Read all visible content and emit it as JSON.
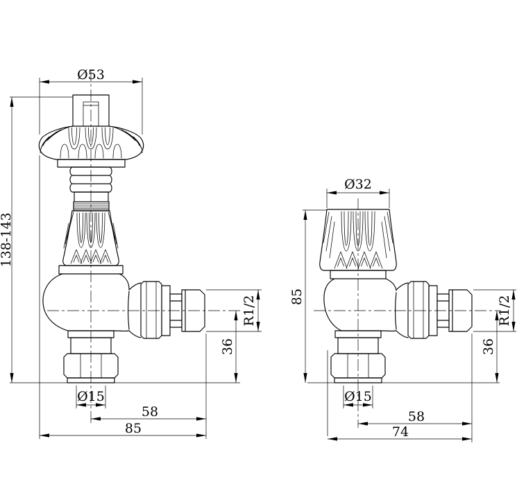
{
  "drawing": {
    "style": {
      "line_color": "#000000",
      "background": "#ffffff"
    },
    "left_valve": {
      "head_diameter": "Ø53",
      "overall_height": "138-143",
      "outlet_thread": "R1/2",
      "outlet_center_to_base": "36",
      "inlet_diameter": "Ø15",
      "center_to_outlet_end": "58",
      "overall_depth": "85"
    },
    "right_valve": {
      "cap_diameter": "Ø32",
      "overall_height": "85",
      "outlet_thread": "R1/2",
      "outlet_center_to_base": "36",
      "inlet_diameter": "Ø15",
      "center_to_outlet_end": "58",
      "overall_depth": "74"
    }
  }
}
